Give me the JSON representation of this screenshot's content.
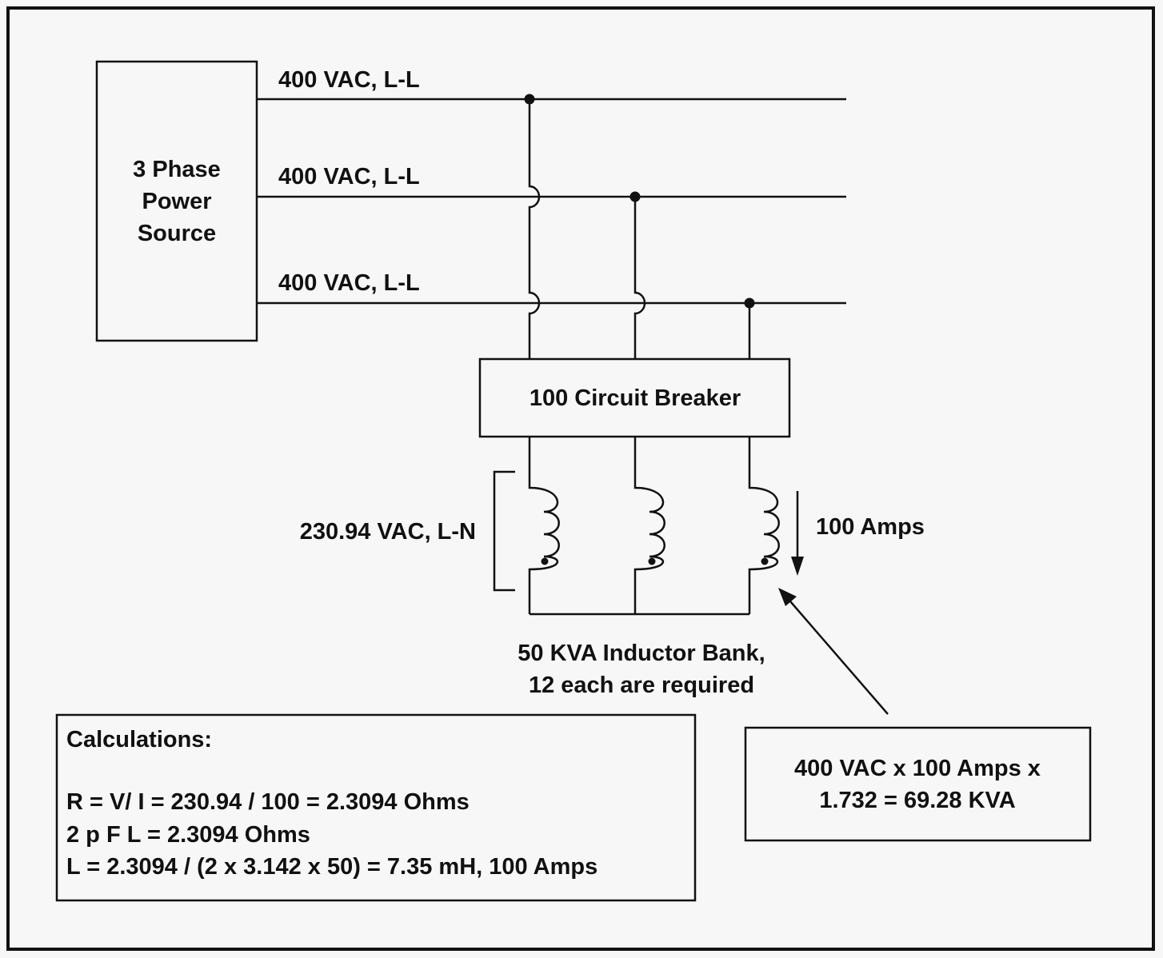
{
  "colors": {
    "background": "#f7f7f7",
    "ink": "#111111",
    "box_fill": "#f7f7f7"
  },
  "source": {
    "lines": [
      "3 Phase",
      "Power",
      "Source"
    ]
  },
  "phase_lines": {
    "line1_label": "400 VAC, L-L",
    "line2_label": "400 VAC, L-L",
    "line3_label": "400 VAC, L-L"
  },
  "breaker": {
    "label": "100 Circuit Breaker"
  },
  "inductors": {
    "voltage_label": "230.94 VAC, L-N",
    "current_label": "100 Amps",
    "bank_lines": [
      "50 KVA Inductor Bank,",
      "12  each are required"
    ]
  },
  "calculations": {
    "title": "Calculations:",
    "lines": [
      "R = V/ I = 230.94 / 100 = 2.3094 Ohms",
      "2 p  F L = 2.3094 Ohms",
      "L = 2.3094 / (2 x 3.142 x 50) = 7.35 mH, 100 Amps"
    ]
  },
  "kva_box": {
    "lines": [
      "400 VAC x 100 Amps x",
      "1.732 = 69.28 KVA"
    ]
  }
}
